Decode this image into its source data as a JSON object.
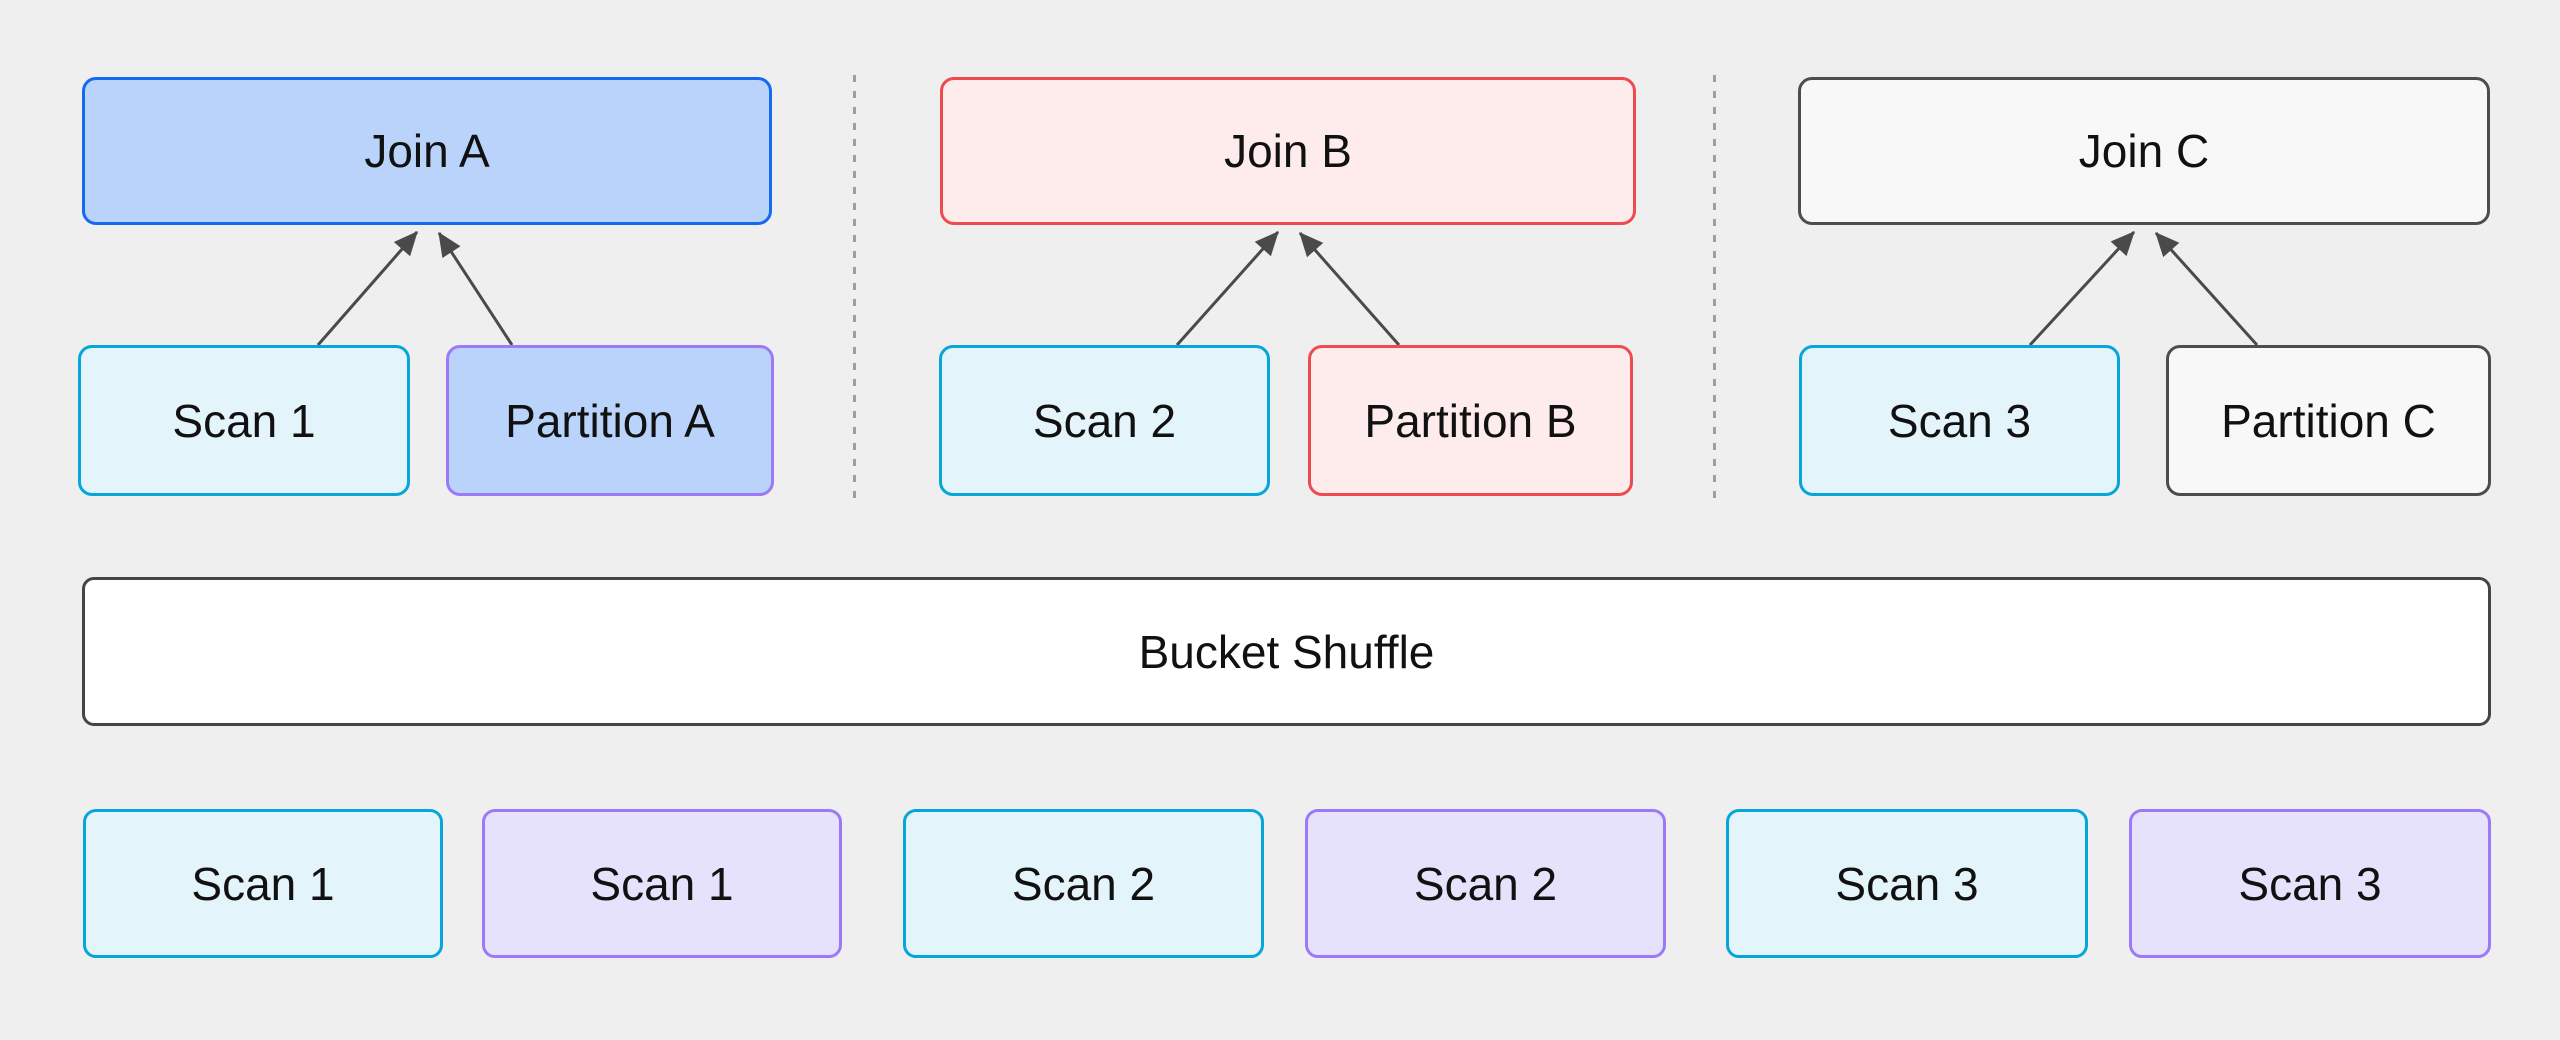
{
  "diagram": {
    "background_color": "#f0eff0",
    "text_color": "#111111",
    "arrow_color": "#4a4a4a",
    "divider_color": "#9e9e9e",
    "columns": [
      {
        "join": {
          "label": "Join A",
          "fill": "#b9d3fb",
          "border": "#1669f1"
        },
        "scan": {
          "label": "Scan 1",
          "fill": "#e3f4fb",
          "border": "#06a5da"
        },
        "partition": {
          "label": "Partition A",
          "fill": "#b9d3fb",
          "border": "#9c7af7"
        }
      },
      {
        "join": {
          "label": "Join B",
          "fill": "#fdeceb",
          "border": "#ee4b50"
        },
        "scan": {
          "label": "Scan 2",
          "fill": "#e3f4fb",
          "border": "#06a5da"
        },
        "partition": {
          "label": "Partition B",
          "fill": "#fdeceb",
          "border": "#ee4b50"
        }
      },
      {
        "join": {
          "label": "Join C",
          "fill": "#f8f8f8",
          "border": "#4d4d4d"
        },
        "scan": {
          "label": "Scan 3",
          "fill": "#e3f4fb",
          "border": "#06a5da"
        },
        "partition": {
          "label": "Partition C",
          "fill": "#f8f8f8",
          "border": "#4d4d4d"
        }
      }
    ],
    "shuffle": {
      "label": "Bucket Shuffle",
      "fill": "#ffffff",
      "border": "#454545"
    },
    "bottom_row": [
      {
        "label": "Scan 1",
        "fill": "#e3f4fb",
        "border": "#06a5da"
      },
      {
        "label": "Scan 1",
        "fill": "#e6e2fb",
        "border": "#9c7af7"
      },
      {
        "label": "Scan 2",
        "fill": "#e3f4fb",
        "border": "#06a5da"
      },
      {
        "label": "Scan 2",
        "fill": "#e6e2fb",
        "border": "#9c7af7"
      },
      {
        "label": "Scan 3",
        "fill": "#e3f4fb",
        "border": "#06a5da"
      },
      {
        "label": "Scan 3",
        "fill": "#e6e2fb",
        "border": "#9c7af7"
      }
    ]
  }
}
